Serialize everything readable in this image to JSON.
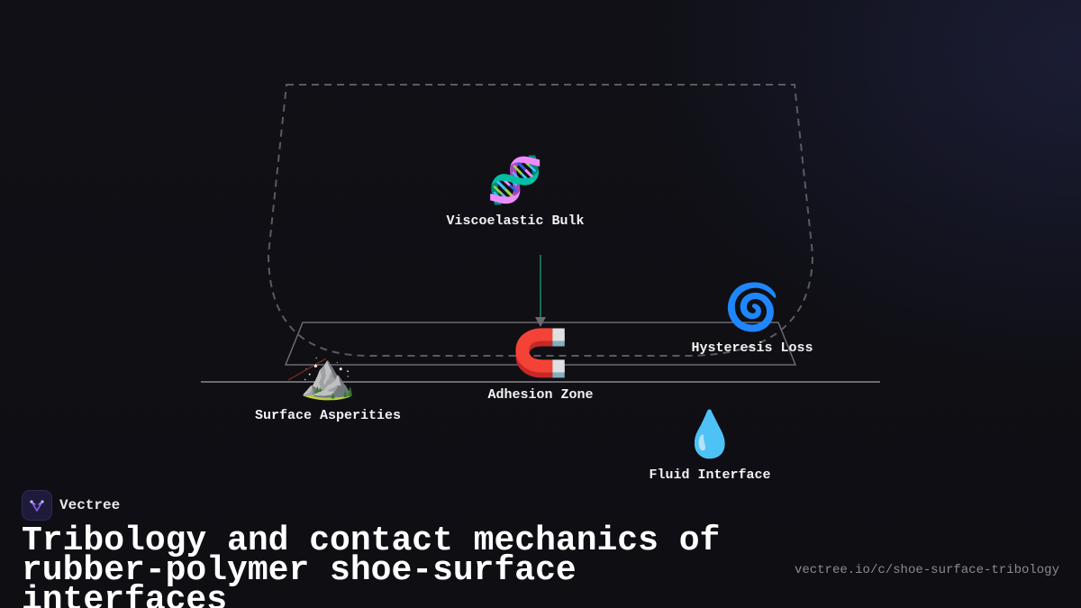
{
  "brand": {
    "name": "Vectree",
    "logo_icon": "spark-logo-icon",
    "logo_color": "#7c3aed"
  },
  "title": "Tribology and contact mechanics of rubber-polymer shoe-surface interfaces",
  "footer": {
    "url": "vectree.io/c/shoe-surface-tribology"
  },
  "colors": {
    "background": "#0f0f14",
    "outline": "#5a5a60",
    "connector": "#1f8a6a",
    "ground": "#6a6a70",
    "text": "#ffffff"
  },
  "diagram": {
    "nodes": [
      {
        "id": "bulk",
        "icon": "🧬",
        "icon_name": "dna-icon",
        "label": "Viscoelastic Bulk"
      },
      {
        "id": "adhesion",
        "icon": "🧲",
        "icon_name": "magnet-icon",
        "label": "Adhesion Zone"
      },
      {
        "id": "hysteresis",
        "icon": "🌀",
        "icon_name": "cyclone-icon",
        "label": "Hysteresis Loss"
      },
      {
        "id": "asperities",
        "icon": "⛰️",
        "icon_name": "mountain-icon",
        "label": "Surface Asperities"
      },
      {
        "id": "fluid",
        "icon": "💧",
        "icon_name": "droplet-icon",
        "label": "Fluid Interface"
      }
    ],
    "edges": [
      {
        "from": "bulk",
        "to": "adhesion"
      }
    ]
  }
}
